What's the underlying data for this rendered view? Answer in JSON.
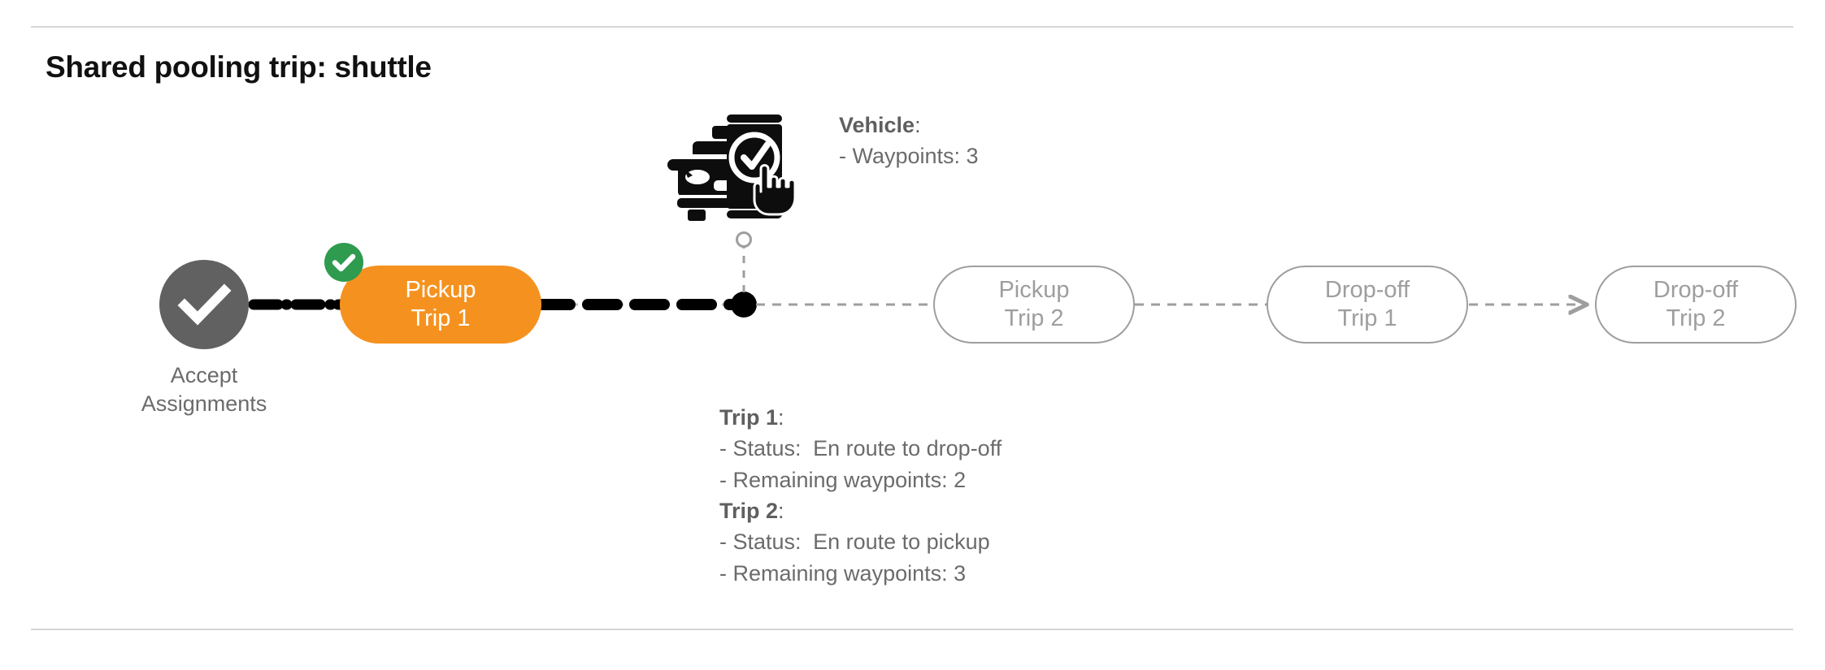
{
  "page": {
    "title": "Shared pooling trip: shuttle",
    "accent_orange": "#f5921f",
    "accent_green": "#2e9b4f",
    "node_gray": "#9e9e9e",
    "text_gray": "#6b6b6b",
    "start_gray": "#616161",
    "divider_gray": "#d6d6d6"
  },
  "flow": {
    "start_node": {
      "icon": "check-circle-icon",
      "label_line1": "Accept",
      "label_line2": "Assignments"
    },
    "nodes": [
      {
        "id": "pickup-trip-1",
        "line1": "Pickup",
        "line2": "Trip 1",
        "state": "active",
        "badge": "completed-check-icon"
      },
      {
        "id": "pickup-trip-2",
        "line1": "Pickup",
        "line2": "Trip 2",
        "state": "pending",
        "badge": null
      },
      {
        "id": "dropoff-trip-1",
        "line1": "Drop-off",
        "line2": "Trip 1",
        "state": "pending",
        "badge": null
      },
      {
        "id": "dropoff-trip-2",
        "line1": "Drop-off",
        "line2": "Trip 2",
        "state": "pending",
        "badge": null
      }
    ],
    "vehicle_marker": {
      "icon": "vehicle-app-check-icon",
      "position_dot": "current-vehicle-position"
    }
  },
  "vehicle_info": {
    "header": "Vehicle",
    "header_colon": ":",
    "waypoints_line": "- Waypoints: 3"
  },
  "trip_info": {
    "trip1": {
      "header": "Trip 1",
      "header_colon": ":",
      "status_label": "- Status:",
      "status_value": "En route to drop-off",
      "waypoints_line": "- Remaining waypoints: 2"
    },
    "trip2": {
      "header": "Trip 2",
      "header_colon": ":",
      "status_label": "- Status:",
      "status_value": "En route to pickup",
      "waypoints_line": "- Remaining waypoints: 3"
    }
  }
}
